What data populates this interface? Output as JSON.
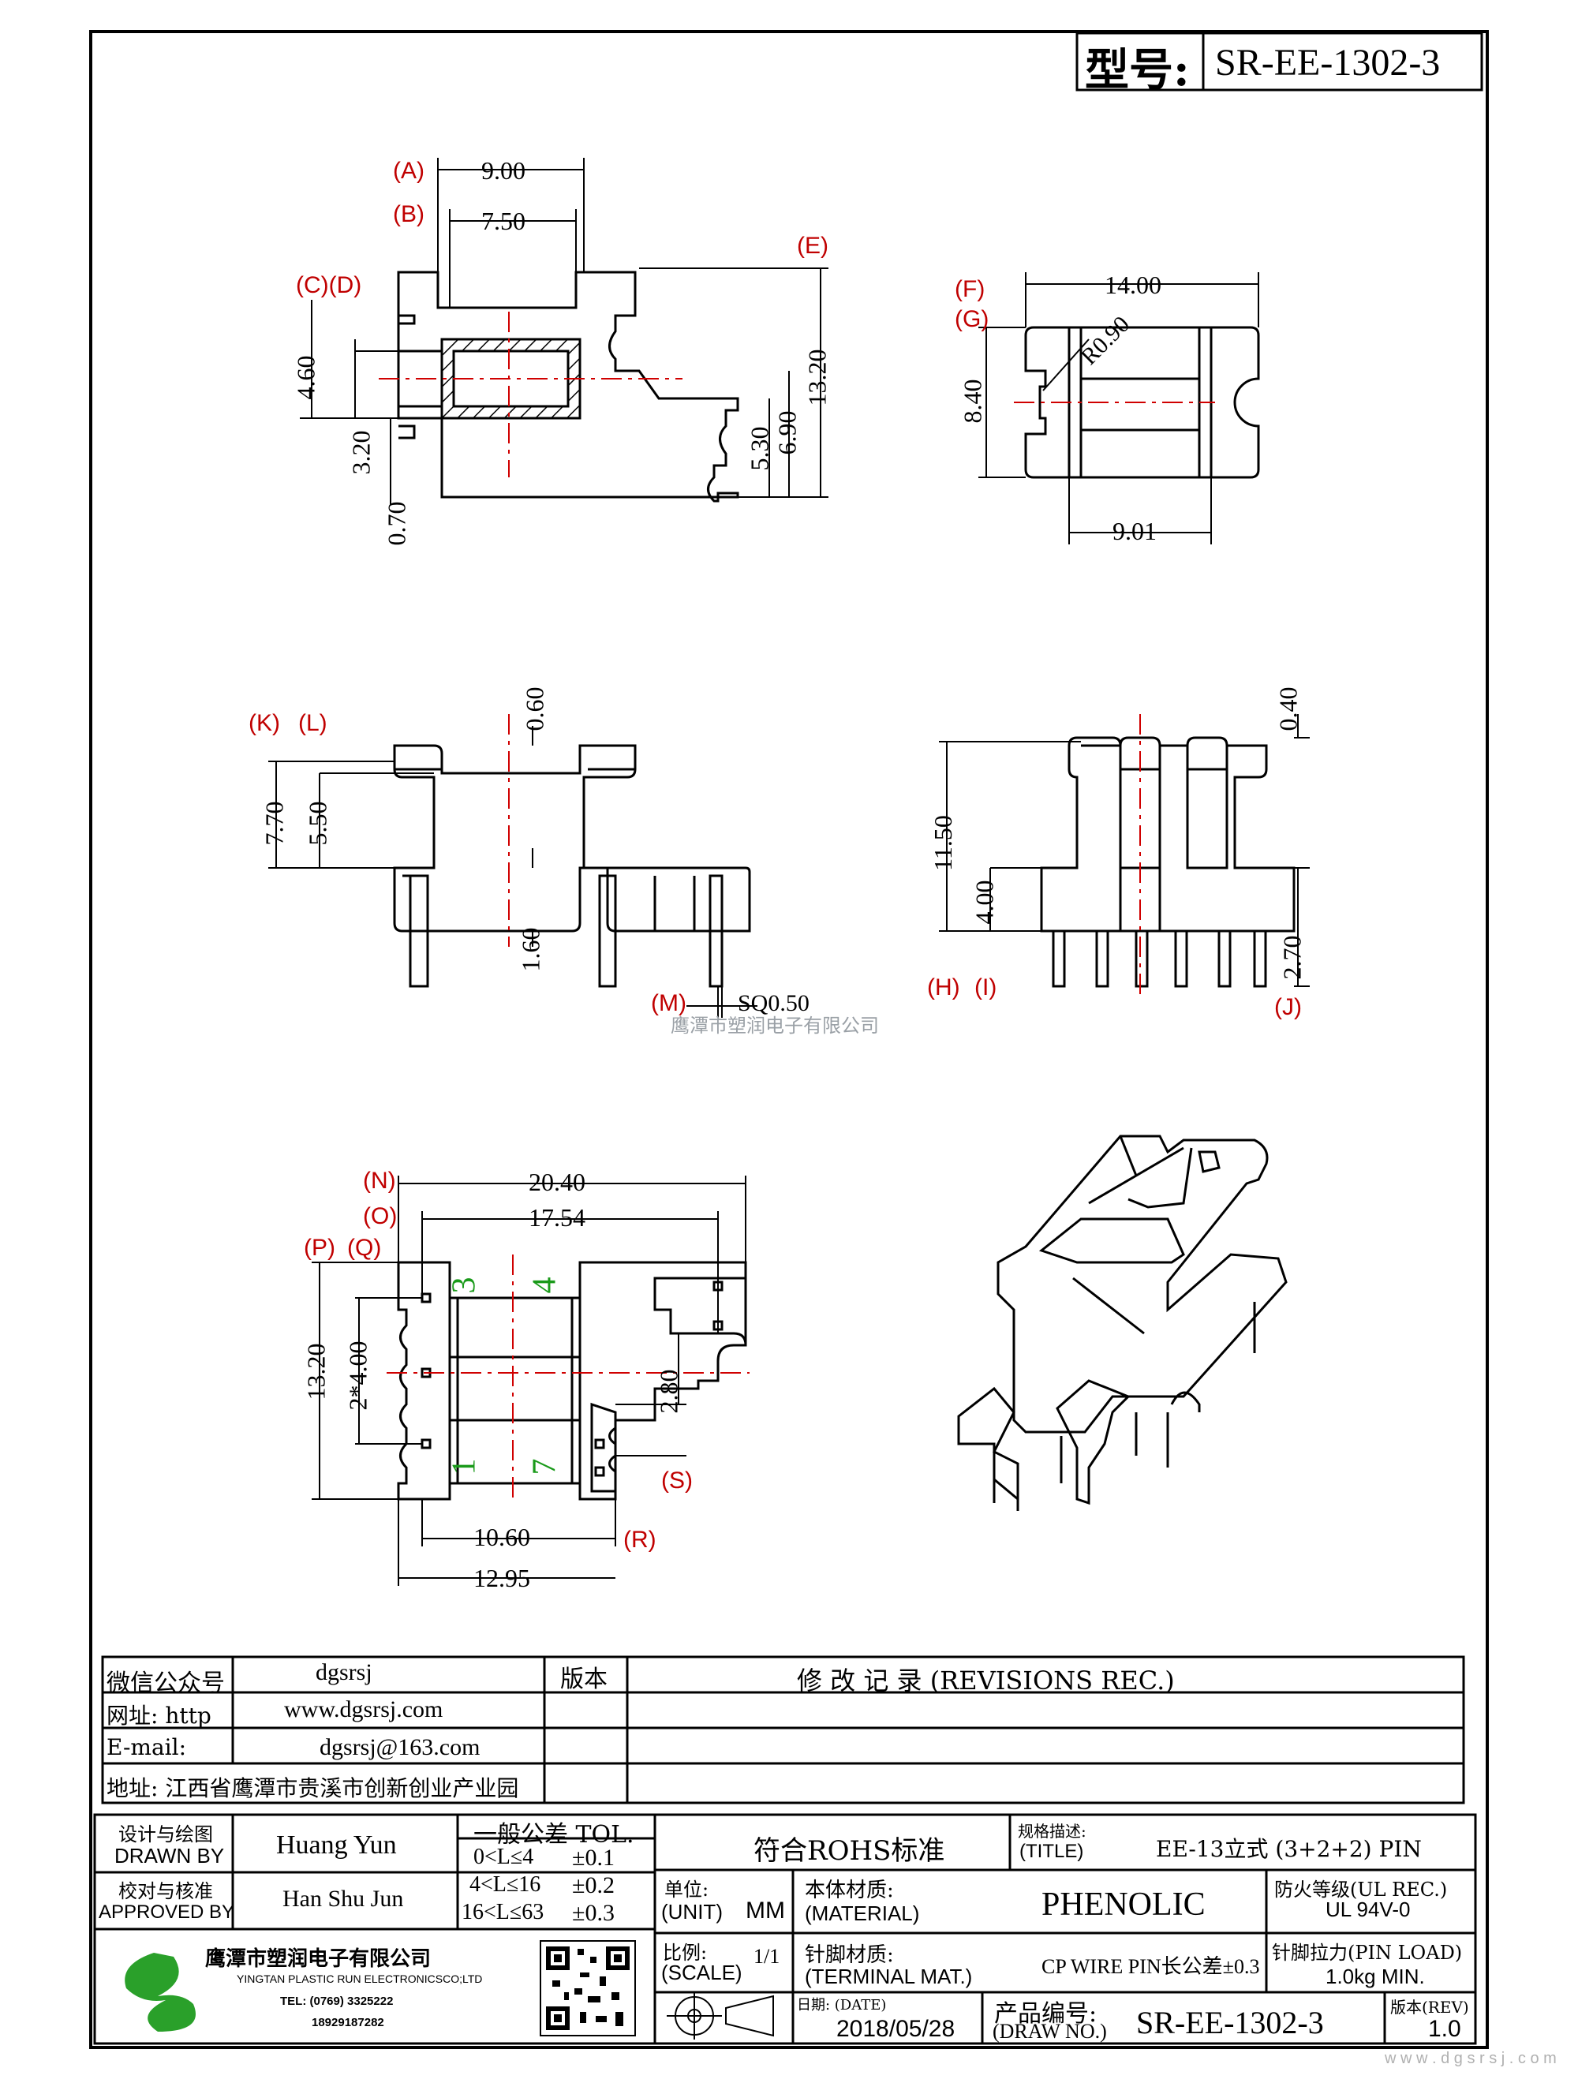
{
  "model_label": "型号:",
  "model_no": "SR-EE-1302-3",
  "watermark": "鹰潭市塑润电子有限公司",
  "footer_mark": "w w w . d g s r s j . c o m",
  "refs": {
    "A": "(A)",
    "B": "(B)",
    "CD": "(C)(D)",
    "E": "(E)",
    "F": "(F)",
    "G": "(G)",
    "K": "(K)",
    "L": "(L)",
    "M": "(M)",
    "H": "(H)",
    "I": "(I)",
    "J": "(J)",
    "N": "(N)",
    "O": "(O)",
    "P": "(P)",
    "Q": "(Q)",
    "R": "(R)",
    "S": "(S)"
  },
  "dims": {
    "d9_00": "9.00",
    "d7_50": "7.50",
    "d4_60": "4.60",
    "d3_20": "3.20",
    "d0_70": "0.70",
    "d5_30": "5.30",
    "d6_90": "6.90",
    "d13_20a": "13.20",
    "d14_00": "14.00",
    "r0_90": "R0.90",
    "d8_40": "8.40",
    "d9_01": "9.01",
    "d0_60": "0.60",
    "d7_70": "7.70",
    "d5_50": "5.50",
    "d1_60": "1.60",
    "sq0_50": "SQ0.50",
    "d0_40": "0.40",
    "d11_50": "11.50",
    "d4_00": "4.00",
    "d2_70": "2.70",
    "d20_40": "20.40",
    "d17_54": "17.54",
    "d13_20b": "13.20",
    "d2x4_00": "2*4.00",
    "d2_80": "2.80",
    "d10_60": "10.60",
    "d12_95": "12.95"
  },
  "pins": {
    "p3": "3",
    "p4": "4",
    "p1": "1",
    "p7": "7"
  },
  "info_table": {
    "wechat_label": "微信公众号",
    "wechat_value": "dgsrsj",
    "web_label": "网址: http",
    "web_value": "www.dgsrsj.com",
    "email_label": "E-mail:",
    "email_value": "dgsrsj@163.com",
    "address": "地址: 江西省鹰潭市贵溪市创新创业产业园",
    "version_label": "版本",
    "revisions_title": "修 改 记 录  (REVISIONS REC.)"
  },
  "title_block": {
    "drawn_cn": "设计与绘图",
    "drawn_en": "DRAWN BY",
    "drawn_name": "Huang  Yun",
    "approved_cn": "校对与核准",
    "approved_en": "APPROVED BY",
    "approved_name": "Han Shu Jun",
    "tol_title": "一般公差 TOL.",
    "tol_rows": [
      {
        "range": "0<L≤4",
        "value": "±0.1"
      },
      {
        "range": "4<L≤16",
        "value": "±0.2"
      },
      {
        "range": "16<L≤63",
        "value": "±0.3"
      }
    ],
    "rohs": "符合ROHS标准",
    "title_cn": "规格描述:",
    "title_en": "(TITLE)",
    "title_value": "EE-13立式 (3+2+2) PIN",
    "unit_cn": "单位:",
    "unit_en": "(UNIT)",
    "unit_value": "MM",
    "material_cn": "本体材质:",
    "material_en": "(MATERIAL)",
    "material_value": "PHENOLIC",
    "fire_cn": "防火等级(UL REC.)",
    "fire_value": "UL 94V-0",
    "scale_cn": "比例:",
    "scale_en": "(SCALE)",
    "scale_value": "1/1",
    "terminal_cn": "针脚材质:",
    "terminal_en": "(TERMINAL MAT.)",
    "terminal_value": "CP WIRE   PIN长公差±0.3",
    "pin_load_cn": "针脚拉力(PIN LOAD)",
    "pin_load_value": "1.0kg MIN.",
    "date_label": "日期: (DATE)",
    "date_value": "2018/05/28",
    "drawno_cn": "产品编号:",
    "drawno_en": "(DRAW NO.)",
    "drawno_value": "SR-EE-1302-3",
    "rev_label": "版本(REV)",
    "rev_value": "1.0",
    "company_cn": "鹰潭市塑润电子有限公司",
    "company_en": "YINGTAN PLASTIC RUN ELECTRONICSCO;LTD",
    "tel": "TEL: (0769) 3325222",
    "mobile": "18929187282"
  }
}
